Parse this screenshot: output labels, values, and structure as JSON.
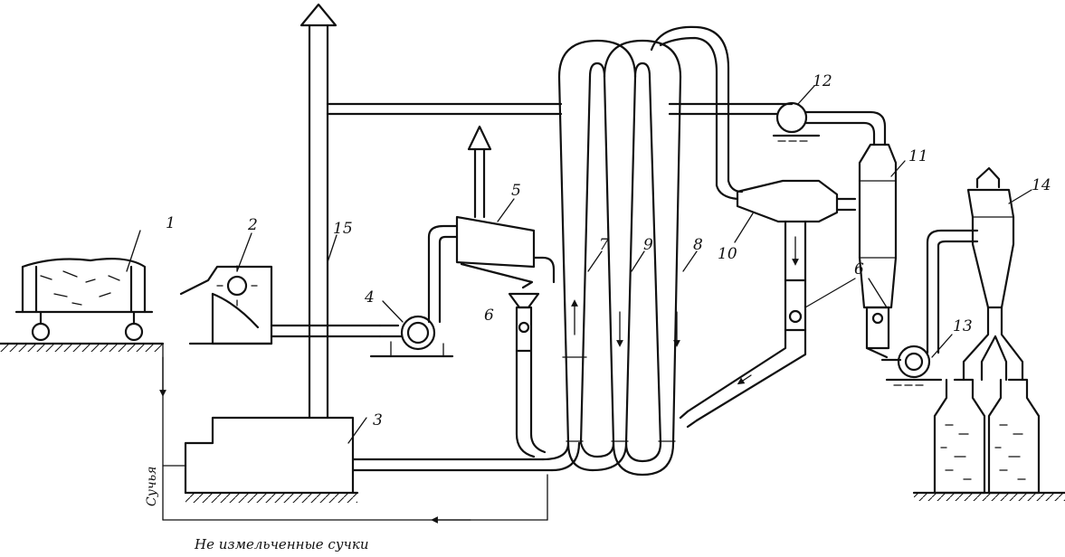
{
  "labels": {
    "n1": "1",
    "n2": "2",
    "n3": "3",
    "n4": "4",
    "n5": "5",
    "n6a": "6",
    "n6b": "6",
    "n7": "7",
    "n8": "8",
    "n9": "9",
    "n10": "10",
    "n11": "11",
    "n12": "12",
    "n13": "13",
    "n14": "14",
    "n15": "15"
  },
  "captions": {
    "side": "Сучья",
    "bottom": "Не измельченные сучки"
  }
}
